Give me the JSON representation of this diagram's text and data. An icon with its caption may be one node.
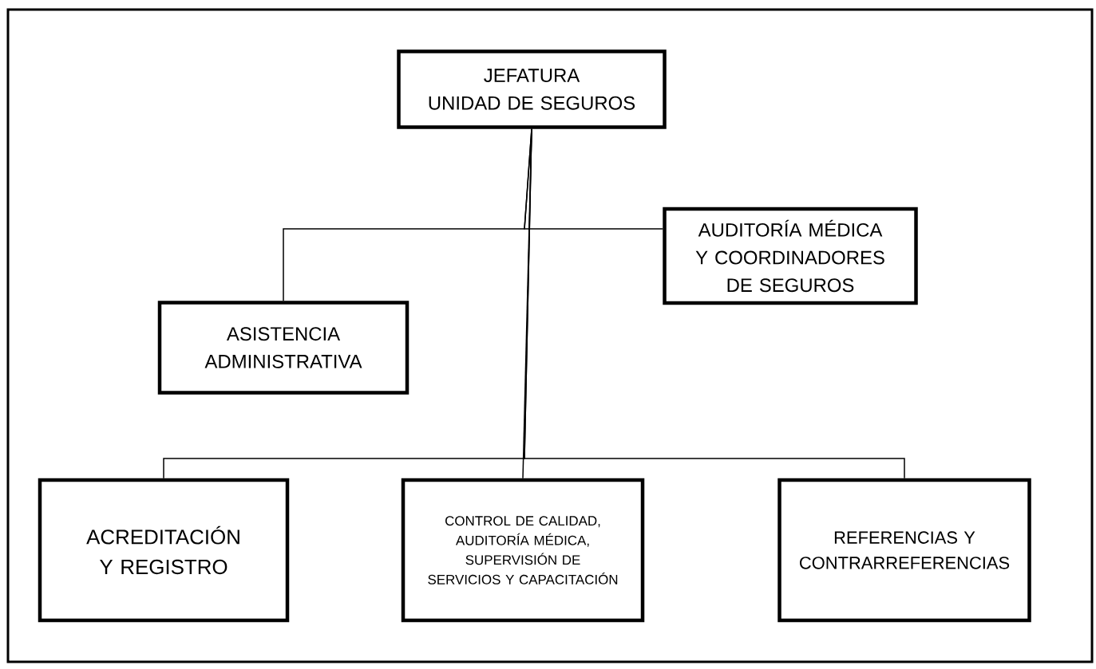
{
  "diagram": {
    "nodes": [
      {
        "text": [
          "JEFATURA",
          "UNIDAD DE SEGUROS"
        ]
      },
      {
        "text": [
          "AUDITORÍA MÉDICA Y COORDINADORES DE SEGUROS"
        ]
      },
      {
        "text": [
          "ASISTENCIA ADMINISTRATIVA"
        ]
      },
      {
        "text": [
          "ACREDITACIÓN Y REGISTRO"
        ]
      },
      {
        "text": [
          "CONTROL DE CALIDAD, AUDITORÍA MÉDICA, SUPERVISIÓN DE SERVICIOS Y CAPACITACIÓN"
        ]
      },
      {
        "text": [
          "REFERENCIAS Y CONTRARREFERENCIAS"
        ]
      }
    ],
    "edges": [
      {
        "from": 0,
        "to": 1,
        "arrow": "none"
      },
      {
        "from": 0,
        "to": 2,
        "arrow": "none"
      },
      {
        "from": 0,
        "to": 3,
        "arrow": "none"
      },
      {
        "from": 0,
        "to": 4,
        "arrow": "none"
      },
      {
        "from": 0,
        "to": 5,
        "arrow": "none"
      }
    ]
  }
}
